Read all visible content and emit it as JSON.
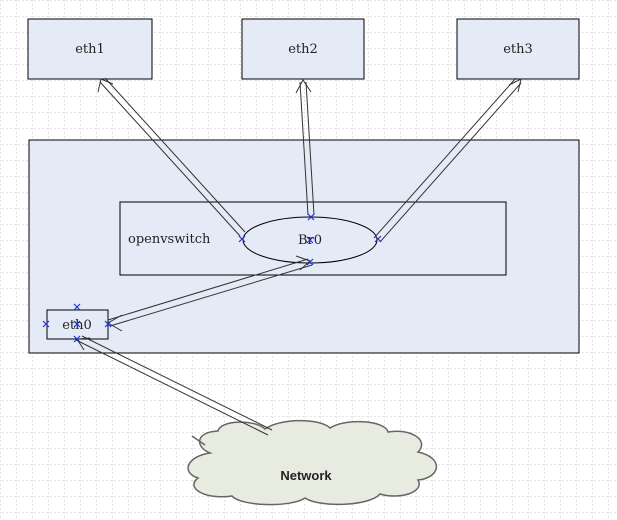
{
  "nodes": {
    "eth1": "eth1",
    "eth2": "eth2",
    "eth3": "eth3",
    "ovs": "openvswitch",
    "bridge": "Br0",
    "host_nic": "eth0",
    "network": "Network"
  },
  "colors": {
    "box_fill": "#e4eaf6",
    "stroke": "#000000",
    "grid": "#c8c8c8",
    "handle": "#2233cc",
    "cloud_fill": "#e8ebe0"
  }
}
